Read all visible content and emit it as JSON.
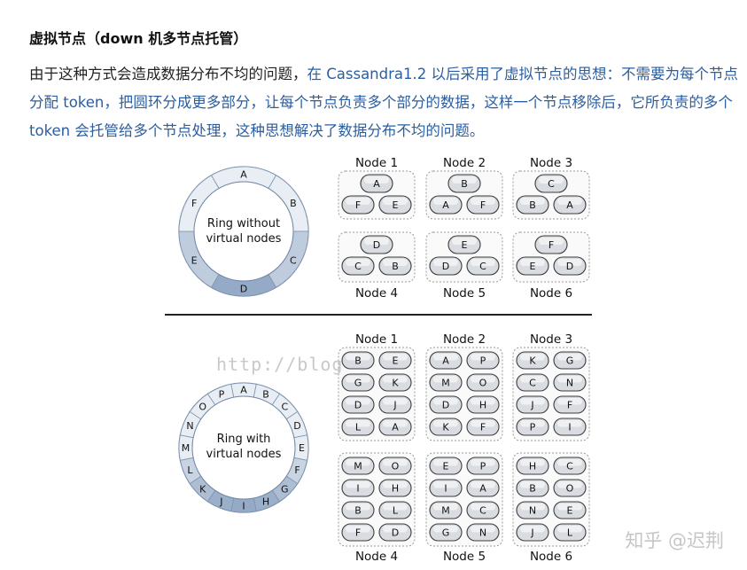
{
  "heading": "虚拟节点（down 机多节点托管）",
  "paragraph": {
    "part1": "由于这种方式会造成数据分布不均的问题，",
    "part2": "在 Cassandra1.2 以后采用了虚拟节点的思想：不需要为每个节点分配 token，把圆环分成更多部分，让每个节点负责多个部分的数据，这样一个节点移除后，它所负责的多个 token 会托管给多个节点处理，这种思想解决了数据分布不均的问题。"
  },
  "figure_top": {
    "ring_label_lines": [
      "Ring without",
      "virtual nodes"
    ],
    "segments": [
      "A",
      "B",
      "C",
      "D",
      "E",
      "F"
    ],
    "nodes": [
      {
        "title": "Node 1",
        "tokens": [
          "A",
          "F",
          "E"
        ]
      },
      {
        "title": "Node 2",
        "tokens": [
          "B",
          "A",
          "F"
        ]
      },
      {
        "title": "Node 3",
        "tokens": [
          "C",
          "B",
          "A"
        ]
      },
      {
        "title": "Node 4",
        "tokens": [
          "D",
          "C",
          "B"
        ]
      },
      {
        "title": "Node 5",
        "tokens": [
          "E",
          "D",
          "C"
        ]
      },
      {
        "title": "Node 6",
        "tokens": [
          "F",
          "E",
          "D"
        ]
      }
    ]
  },
  "figure_bottom": {
    "ring_label_lines": [
      "Ring with",
      "virtual nodes"
    ],
    "segments": [
      "A",
      "B",
      "C",
      "D",
      "E",
      "F",
      "G",
      "H",
      "I",
      "J",
      "K",
      "L",
      "M",
      "N",
      "O",
      "P"
    ],
    "nodes": [
      {
        "title": "Node 1",
        "tokens": [
          "B",
          "E",
          "G",
          "K",
          "D",
          "J",
          "L",
          "A"
        ]
      },
      {
        "title": "Node 2",
        "tokens": [
          "A",
          "P",
          "M",
          "O",
          "D",
          "H",
          "K",
          "F"
        ]
      },
      {
        "title": "Node 3",
        "tokens": [
          "K",
          "G",
          "C",
          "N",
          "J",
          "F",
          "P",
          "I"
        ]
      },
      {
        "title": "Node 4",
        "tokens": [
          "M",
          "O",
          "I",
          "H",
          "B",
          "L",
          "F",
          "D"
        ]
      },
      {
        "title": "Node 5",
        "tokens": [
          "E",
          "P",
          "I",
          "A",
          "M",
          "C",
          "G",
          "N"
        ]
      },
      {
        "title": "Node 6",
        "tokens": [
          "H",
          "C",
          "B",
          "O",
          "N",
          "E",
          "J",
          "L"
        ]
      }
    ]
  },
  "watermark": "http://blog",
  "signature": "知乎 @迟荆",
  "colors": {
    "ring_light": "#eef2f7",
    "ring_dark": "#8fa6c3",
    "link_blue": "#2b5ea0"
  }
}
